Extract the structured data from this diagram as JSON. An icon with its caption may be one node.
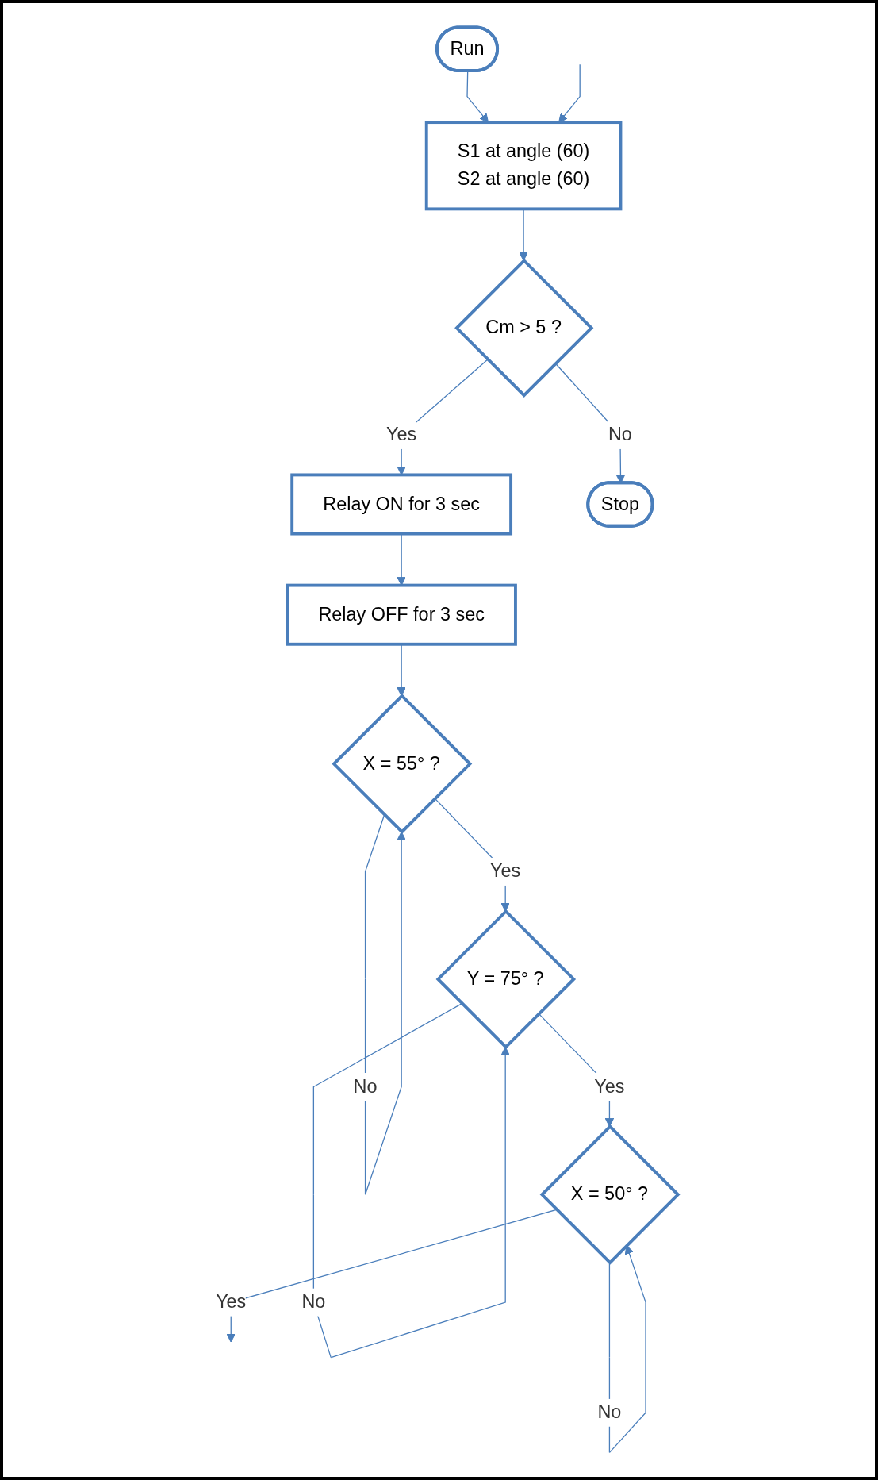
{
  "diagram": {
    "nodes": [
      {
        "text": [
          "Run"
        ]
      },
      {
        "text": [
          "S1 at angle (60)",
          "S2 at angle (60)"
        ]
      },
      {
        "text": [
          "Cm > 5 ?"
        ]
      },
      {
        "text": [
          "Relay ON for 3 sec"
        ]
      },
      {
        "text": [
          "Stop"
        ]
      },
      {
        "text": [
          "Relay OFF for 3 sec"
        ]
      },
      {
        "text": [
          "X = 55° ?"
        ]
      },
      {
        "text": [
          "Y = 75° ?"
        ]
      },
      {
        "text": [
          "X = 50° ?"
        ]
      }
    ],
    "edges": [
      {
        "from": 0,
        "to": 1,
        "arrow": "to"
      },
      {
        "from": 1,
        "to": 2,
        "arrow": "to"
      },
      {
        "from": 2,
        "to": 3,
        "label": "Yes",
        "arrow": "to"
      },
      {
        "from": 2,
        "to": 4,
        "label": "No",
        "arrow": "to"
      },
      {
        "from": 3,
        "to": 5,
        "arrow": "to"
      },
      {
        "from": 5,
        "to": 6,
        "arrow": "to"
      },
      {
        "from": 6,
        "to": 6,
        "label": "No",
        "arrow": "to"
      },
      {
        "from": 6,
        "to": 7,
        "label": "Yes",
        "arrow": "to"
      },
      {
        "from": 7,
        "to": 7,
        "label": "No",
        "arrow": "to"
      },
      {
        "from": 7,
        "to": 8,
        "label": "Yes",
        "arrow": "to"
      },
      {
        "from": 8,
        "to": 8,
        "label": "No",
        "arrow": "to"
      },
      {
        "from": 8,
        "to": null,
        "label": "Yes",
        "arrow": "to"
      },
      {
        "from": null,
        "to": 1,
        "arrow": "to"
      }
    ]
  }
}
